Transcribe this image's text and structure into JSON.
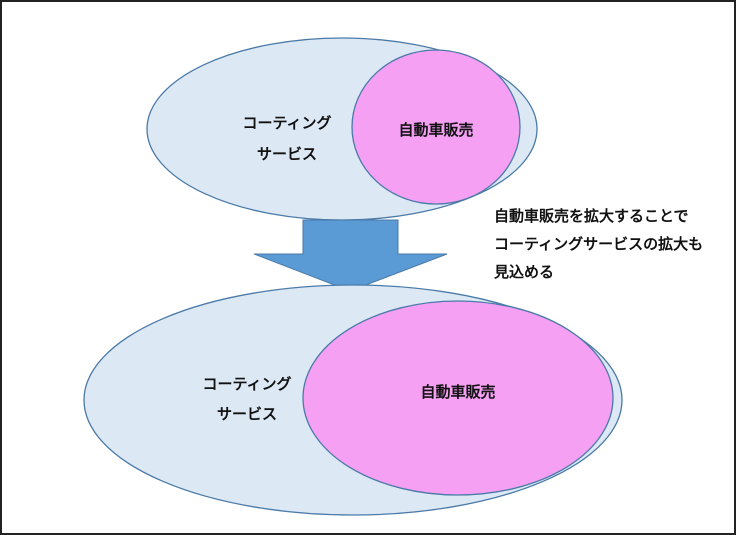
{
  "before": {
    "outer_label_line1": "コーティング",
    "outer_label_line2": "サービス",
    "inner_label": "自動車販売"
  },
  "after": {
    "outer_label_line1": "コーティング",
    "outer_label_line2": "サービス",
    "inner_label": "自動車販売"
  },
  "note": {
    "lines": [
      "自動車販売を拡大することで",
      "コーティングサービスの拡大も",
      "見込める"
    ]
  },
  "colors": {
    "outer_fill": "#dce8f4",
    "outer_stroke": "#4a7aa8",
    "inner_fill": "#f5a0f3",
    "arrow_fill": "#5b9bd5"
  }
}
